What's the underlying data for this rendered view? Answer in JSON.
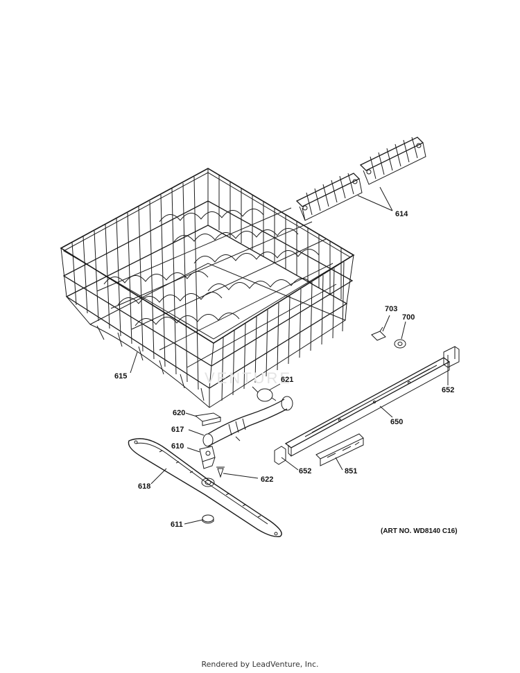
{
  "diagram": {
    "watermark": "VENTURE",
    "art_number": "(ART NO. WD8140 C16)",
    "footer": "Rendered by LeadVenture, Inc.",
    "callouts": {
      "p614": "614",
      "p703": "703",
      "p700": "700",
      "p615": "615",
      "p621": "621",
      "p652_top": "652",
      "p620": "620",
      "p617": "617",
      "p650": "650",
      "p610": "610",
      "p652_bottom": "652",
      "p851": "851",
      "p618": "618",
      "p622": "622",
      "p611": "611"
    }
  },
  "colors": {
    "line": "#1a1a1a",
    "watermark": "#e3e3e3"
  }
}
